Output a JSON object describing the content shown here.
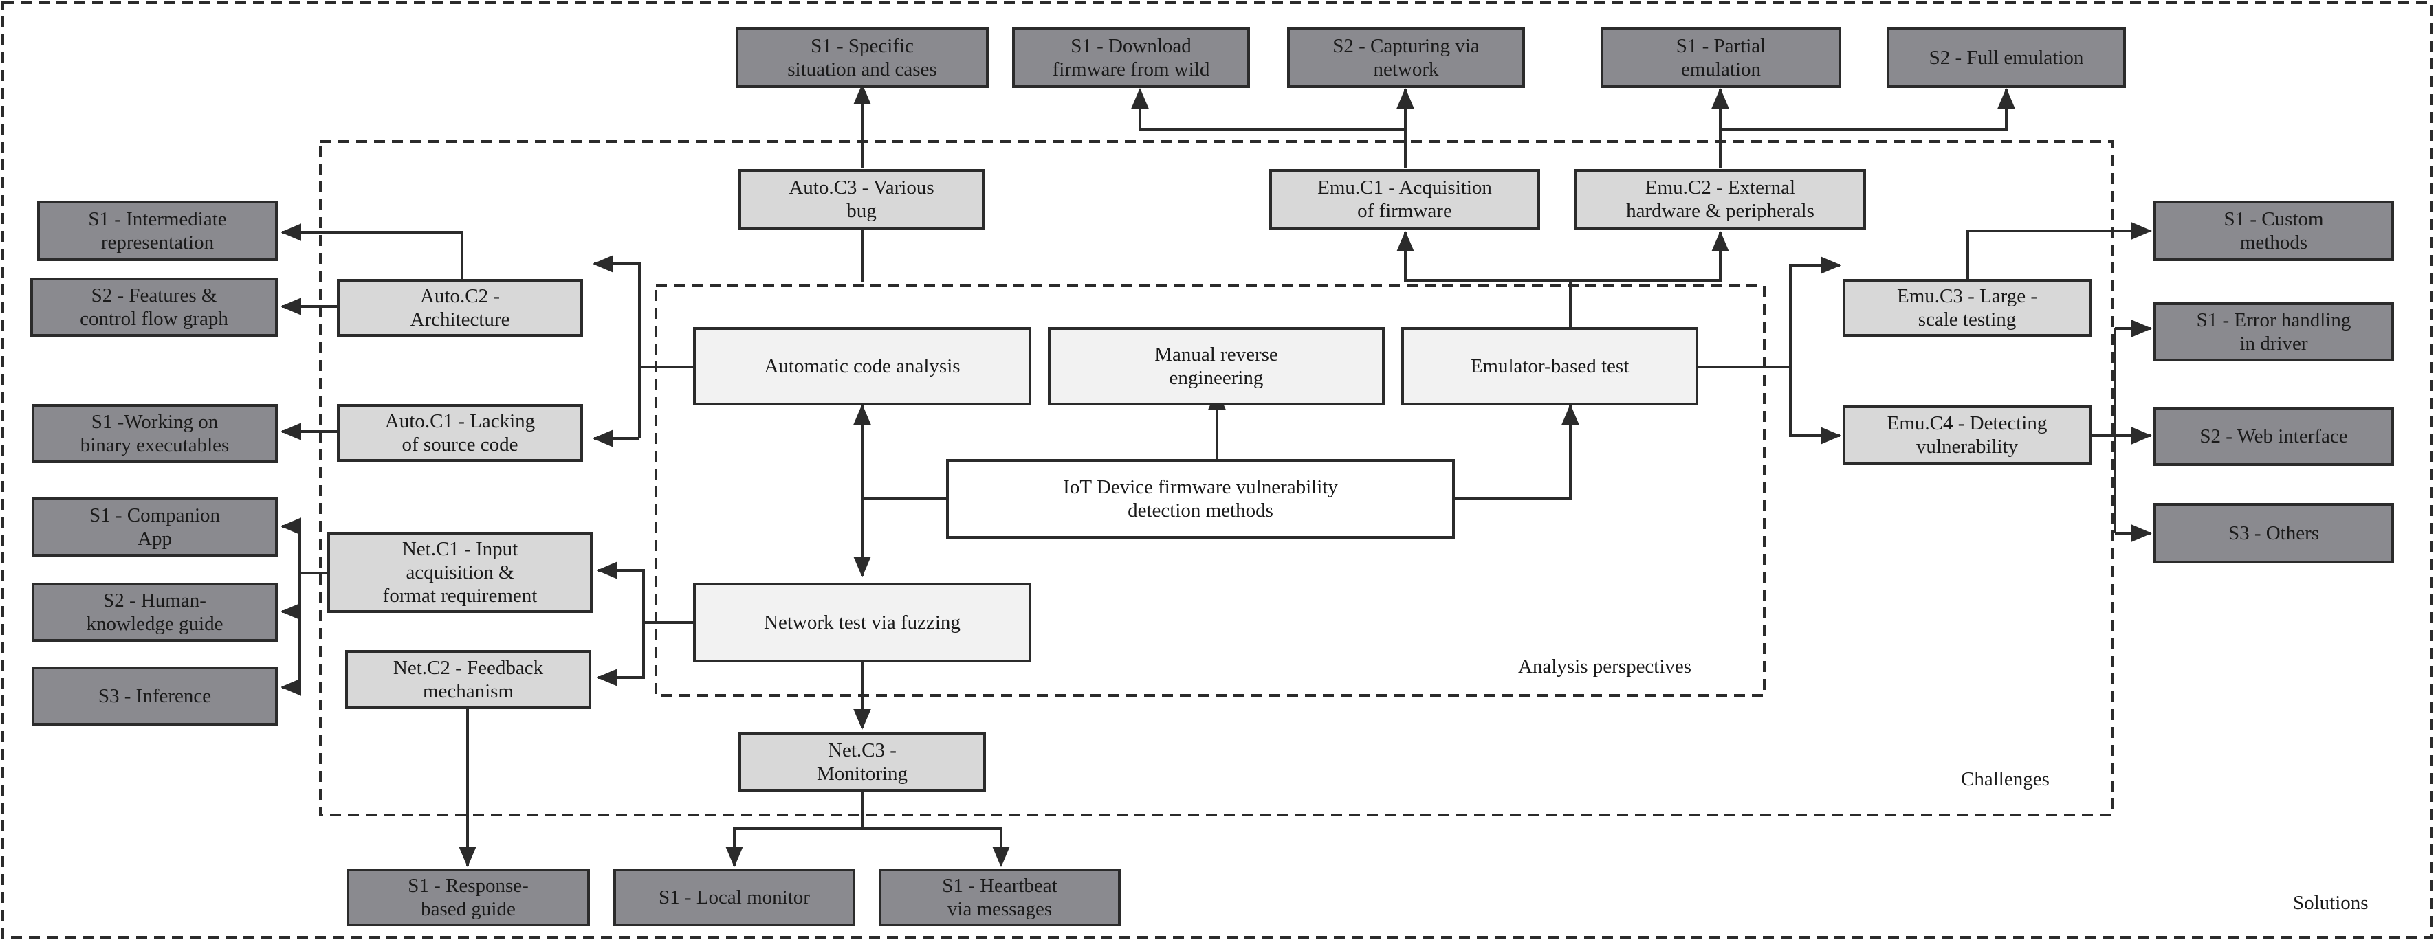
{
  "regions": {
    "solutions": "Solutions",
    "challenges": "Challenges",
    "perspectives": "Analysis perspectives"
  },
  "root": "IoT Device firmware vulnerability\ndetection methods",
  "methods": {
    "automatic": "Automatic code analysis",
    "manual": "Manual reverse\nengineering",
    "emulator": "Emulator-based test",
    "network": "Network test via fuzzing"
  },
  "challenges": {
    "auto_c1": "Auto.C1 - Lacking\nof source code",
    "auto_c2": "Auto.C2 -\nArchitecture",
    "auto_c3": "Auto.C3 - Various\nbug",
    "emu_c1": "Emu.C1 - Acquisition\nof firmware",
    "emu_c2": "Emu.C2 - External\nhardware & peripherals",
    "emu_c3": "Emu.C3 - Large -\nscale testing",
    "emu_c4": "Emu.C4 - Detecting\nvulnerability",
    "net_c1": "Net.C1 - Input\nacquisition &\nformat requirement",
    "net_c2": "Net.C2 - Feedback\nmechanism",
    "net_c3": "Net.C3 -\nMonitoring"
  },
  "solutions": {
    "auto_c3_s1": "S1 - Specific\nsituation and cases",
    "emu_c1_s1": "S1 - Download\nfirmware from wild",
    "emu_c1_s2": "S2 - Capturing via\nnetwork",
    "emu_c2_s1": "S1 - Partial\nemulation",
    "emu_c2_s2": "S2 - Full emulation",
    "auto_c2_s1": "S1 - Intermediate\nrepresentation",
    "auto_c2_s2": "S2 - Features &\ncontrol flow graph",
    "auto_c1_s1": "S1 -Working on\nbinary executables",
    "net_c1_s1": "S1 - Companion\nApp",
    "net_c1_s2": "S2 - Human-\nknowledge guide",
    "net_c1_s3": "S3 - Inference",
    "emu_c3_s1": "S1 - Custom\nmethods",
    "emu_c4_s1": "S1 - Error handling\nin driver",
    "emu_c4_s2": "S2 - Web interface",
    "emu_c4_s3": "S3 - Others",
    "net_c2_s1": "S1 - Response-\nbased guide",
    "net_c3_s1": "S1 - Local monitor",
    "net_c3_s2": "S1 - Heartbeat\nvia messages"
  }
}
